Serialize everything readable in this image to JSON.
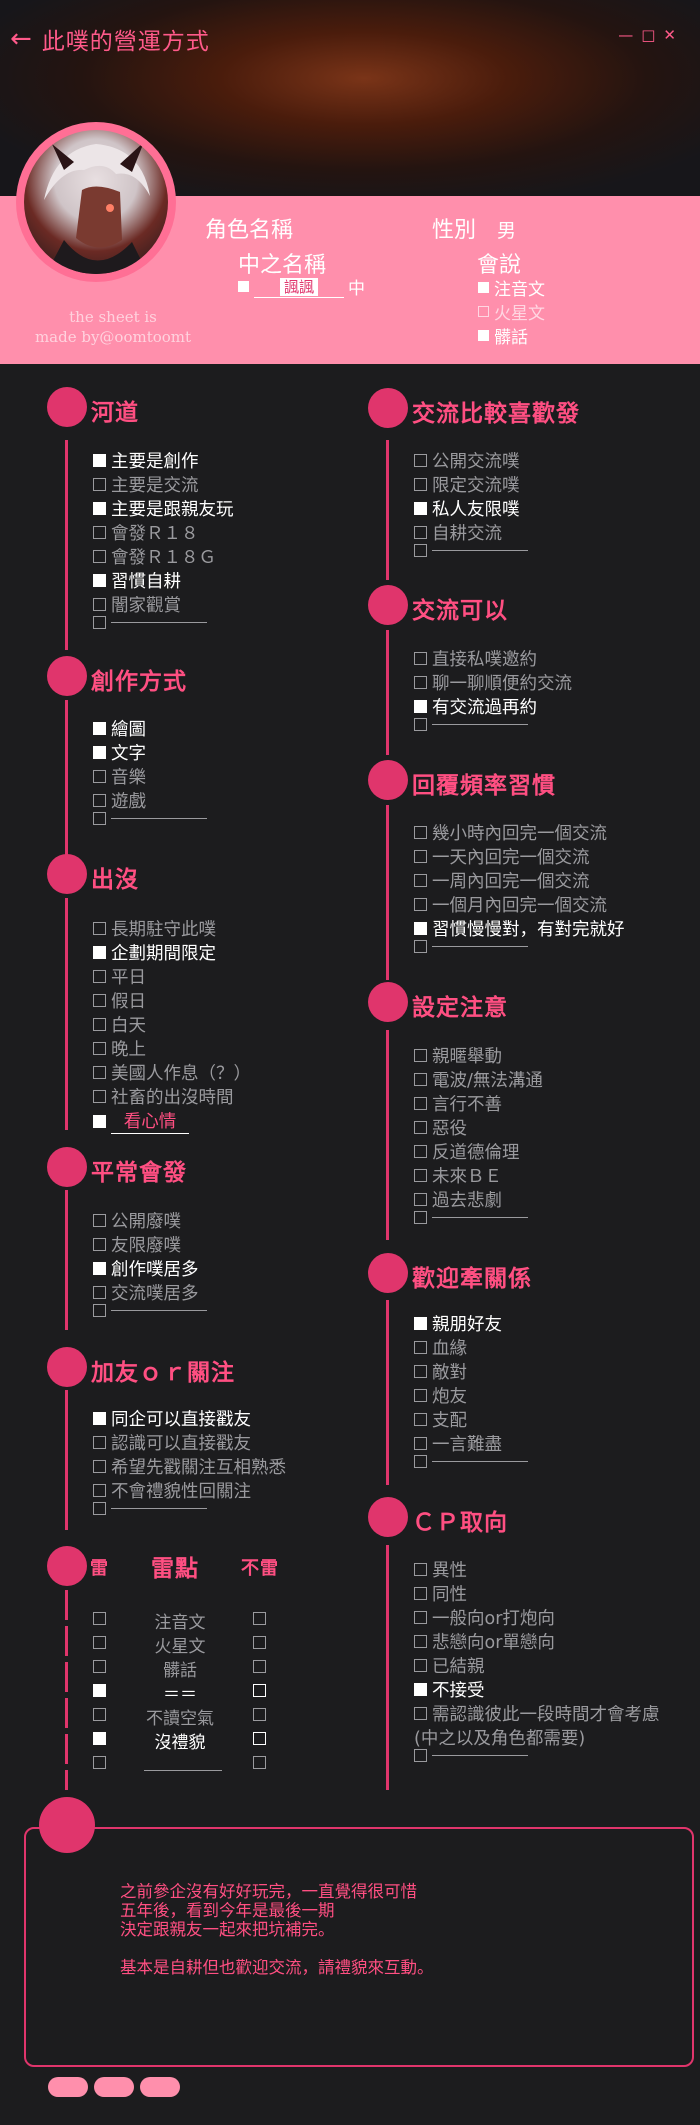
{
  "header": {
    "back_icon": "arrow-left-icon",
    "title": "此噗的營運方式",
    "controls": [
      "—",
      "□",
      "✕"
    ]
  },
  "profile": {
    "role_name_label": "角色名稱",
    "gender_label": "性別",
    "gender_value": "男",
    "inner_name_label": "中之名稱",
    "inner_name_value": "諷諷",
    "inner_name_suffix": "中",
    "speaks_label": "會說",
    "speaks": [
      {
        "label": "注音文",
        "checked": true
      },
      {
        "label": "火星文",
        "checked": false
      },
      {
        "label": "髒話",
        "checked": true
      }
    ]
  },
  "credit": {
    "line1": "the sheet is",
    "line2": "made by@oomtoomt"
  },
  "sections": {
    "river": {
      "title": "河道",
      "items": [
        {
          "label": "主要是創作",
          "checked": true
        },
        {
          "label": "主要是交流",
          "checked": false
        },
        {
          "label": "主要是跟親友玩",
          "checked": true
        },
        {
          "label": "會發Ｒ１８",
          "checked": false
        },
        {
          "label": "會發Ｒ１８Ｇ",
          "checked": false
        },
        {
          "label": "習慣自耕",
          "checked": true
        },
        {
          "label": "闇家觀賞",
          "checked": false
        },
        {
          "label": "",
          "checked": false
        }
      ]
    },
    "create": {
      "title": "創作方式",
      "items": [
        {
          "label": "繪圖",
          "checked": true
        },
        {
          "label": "文字",
          "checked": true
        },
        {
          "label": "音樂",
          "checked": false
        },
        {
          "label": "遊戲",
          "checked": false
        },
        {
          "label": "",
          "checked": false
        }
      ]
    },
    "appear": {
      "title": "出沒",
      "items": [
        {
          "label": "長期駐守此噗",
          "checked": false
        },
        {
          "label": "企劃期間限定",
          "checked": true
        },
        {
          "label": "平日",
          "checked": false
        },
        {
          "label": "假日",
          "checked": false
        },
        {
          "label": "白天",
          "checked": false
        },
        {
          "label": "晚上",
          "checked": false
        },
        {
          "label": "美國人作息（？）",
          "checked": false
        },
        {
          "label": "社畜的出沒時間",
          "checked": false
        },
        {
          "label": "看心情",
          "checked": true
        }
      ]
    },
    "usual": {
      "title": "平常會發",
      "items": [
        {
          "label": "公開廢噗",
          "checked": false
        },
        {
          "label": "友限廢噗",
          "checked": false
        },
        {
          "label": "創作噗居多",
          "checked": true
        },
        {
          "label": "交流噗居多",
          "checked": false
        },
        {
          "label": "",
          "checked": false
        }
      ]
    },
    "follow": {
      "title": "加友ｏｒ關注",
      "items": [
        {
          "label": "同企可以直接戳友",
          "checked": true
        },
        {
          "label": "認識可以直接戳友",
          "checked": false
        },
        {
          "label": "希望先戳關注互相熟悉",
          "checked": false
        },
        {
          "label": "不會禮貌性回關注",
          "checked": false
        },
        {
          "label": "",
          "checked": false
        }
      ]
    },
    "mines": {
      "title_left": "雷",
      "title_mid": "雷點",
      "title_right": "不雷",
      "rows": [
        {
          "label": "注音文",
          "mine": false,
          "ok": false
        },
        {
          "label": "火星文",
          "mine": false,
          "ok": false
        },
        {
          "label": "髒話",
          "mine": false,
          "ok": false
        },
        {
          "label": "＝＝",
          "mine": true,
          "ok": false
        },
        {
          "label": "不讀空氣",
          "mine": false,
          "ok": false
        },
        {
          "label": "沒禮貌",
          "mine": true,
          "ok": false
        },
        {
          "label": "",
          "mine": false,
          "ok": false
        }
      ]
    },
    "prefer": {
      "title": "交流比較喜歡發",
      "items": [
        {
          "label": "公開交流噗",
          "checked": false
        },
        {
          "label": "限定交流噗",
          "checked": false
        },
        {
          "label": "私人友限噗",
          "checked": true
        },
        {
          "label": "自耕交流",
          "checked": false
        },
        {
          "label": "",
          "checked": false
        }
      ]
    },
    "ok": {
      "title": "交流可以",
      "items": [
        {
          "label": "直接私噗邀約",
          "checked": false
        },
        {
          "label": "聊一聊順便約交流",
          "checked": false
        },
        {
          "label": "有交流過再約",
          "checked": true
        },
        {
          "label": "",
          "checked": false
        }
      ]
    },
    "reply": {
      "title": "回覆頻率習慣",
      "items": [
        {
          "label": "幾小時內回完一個交流",
          "checked": false
        },
        {
          "label": "一天內回完一個交流",
          "checked": false
        },
        {
          "label": "一周內回完一個交流",
          "checked": false
        },
        {
          "label": "一個月內回完一個交流",
          "checked": false
        },
        {
          "label": "習慣慢慢對，有對完就好",
          "checked": true
        },
        {
          "label": "",
          "checked": false
        }
      ]
    },
    "caution": {
      "title": "設定注意",
      "items": [
        {
          "label": "親暱舉動",
          "checked": false
        },
        {
          "label": "電波/無法溝通",
          "checked": false
        },
        {
          "label": "言行不善",
          "checked": false
        },
        {
          "label": "惡役",
          "checked": false
        },
        {
          "label": "反道德倫理",
          "checked": false
        },
        {
          "label": "未來ＢＥ",
          "checked": false
        },
        {
          "label": "過去悲劇",
          "checked": false
        },
        {
          "label": "",
          "checked": false
        }
      ]
    },
    "relation": {
      "title": "歡迎牽關係",
      "items": [
        {
          "label": "親朋好友",
          "checked": true
        },
        {
          "label": "血緣",
          "checked": false
        },
        {
          "label": "敵對",
          "checked": false
        },
        {
          "label": "炮友",
          "checked": false
        },
        {
          "label": "支配",
          "checked": false
        },
        {
          "label": "一言難盡",
          "checked": false
        },
        {
          "label": "",
          "checked": false
        }
      ]
    },
    "cp": {
      "title": "ＣＰ取向",
      "items": [
        {
          "label": "異性",
          "checked": false
        },
        {
          "label": "同性",
          "checked": false
        },
        {
          "label": "一般向or打炮向",
          "checked": false
        },
        {
          "label": "悲戀向or單戀向",
          "checked": false
        },
        {
          "label": "已結親",
          "checked": false
        },
        {
          "label": "不接受",
          "checked": true
        },
        {
          "label": "需認識彼此一段時間才會考慮",
          "checked": false
        },
        {
          "label": "(中之以及角色都需要)",
          "checked": false,
          "nobox": true
        },
        {
          "label": "",
          "checked": false
        }
      ]
    }
  },
  "note": {
    "text": "之前參企沒有好好玩完，一直覺得很可惜\n五年後，看到今年是最後一期\n決定跟親友一起來把坑補完。\n\n基本是自耕但也歡迎交流，請禮貌來互動。"
  },
  "colors": {
    "accent": "#e0356c",
    "pink_band": "#ff8fac",
    "background": "#1c1c1e"
  }
}
